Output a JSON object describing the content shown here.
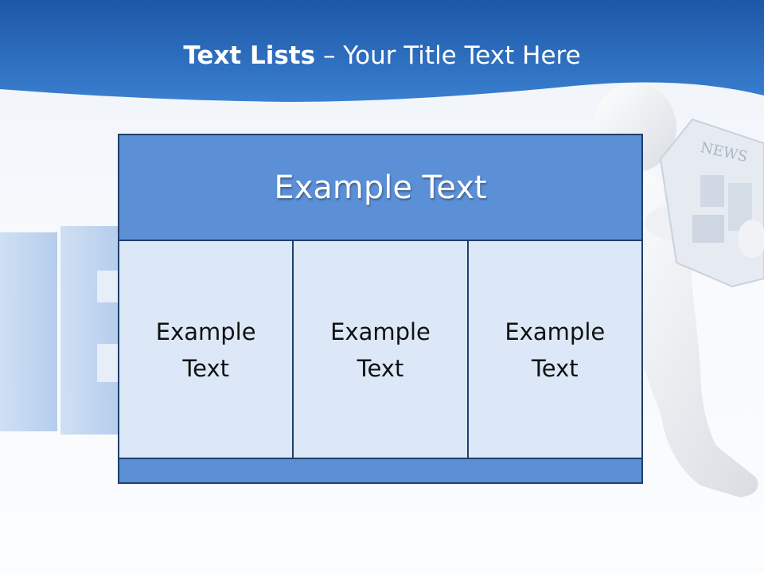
{
  "slide": {
    "title_bold": "Text Lists",
    "title_rest": "– Your Title Text Here"
  },
  "table": {
    "header": "Example Text",
    "cells": [
      {
        "line1": "Example",
        "line2": "Text"
      },
      {
        "line1": "Example",
        "line2": "Text"
      },
      {
        "line1": "Example",
        "line2": "Text"
      }
    ]
  },
  "decoration": {
    "newspaper_text": "NEWS"
  },
  "colors": {
    "header_blue": "#2f6fc6",
    "table_header": "#5b8fd6",
    "table_body": "#dce7f6",
    "border": "#1f3f6a"
  }
}
